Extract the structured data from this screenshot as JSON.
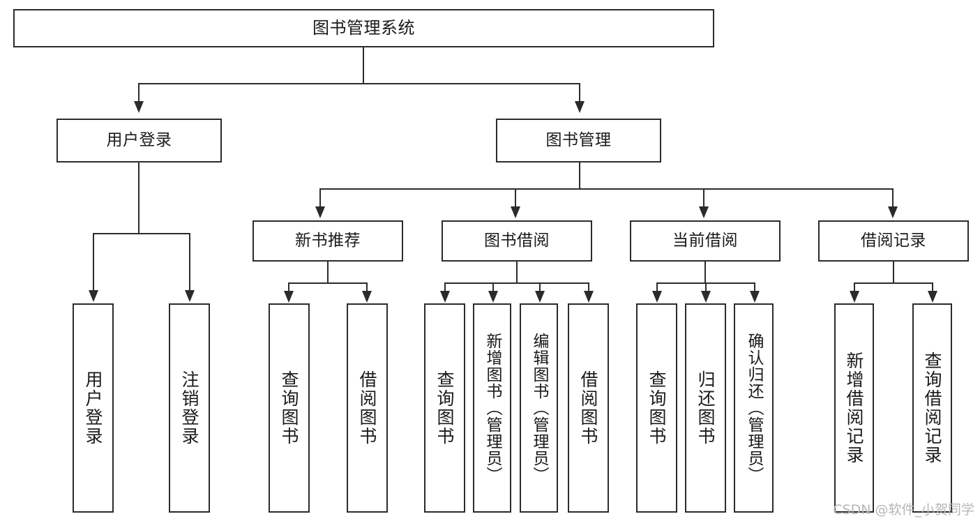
{
  "diagram": {
    "title": "图书管理系统",
    "type": "tree-hierarchy",
    "watermark": "CSDN @软件_小贺同学",
    "colors": {
      "border": "#2b2b2b",
      "background": "#ffffff",
      "text": "#1a1a1a",
      "watermark": "#b6b6b6"
    },
    "root": {
      "label": "图书管理系统"
    },
    "level1": [
      {
        "label": "用户登录"
      },
      {
        "label": "图书管理"
      }
    ],
    "level2": [
      {
        "label": "新书推荐"
      },
      {
        "label": "图书借阅"
      },
      {
        "label": "当前借阅"
      },
      {
        "label": "借阅记录"
      }
    ],
    "leaves": {
      "user_login": [
        {
          "label": "用户登录"
        },
        {
          "label": "注销登录"
        }
      ],
      "new_book": [
        {
          "label": "查询图书"
        },
        {
          "label": "借阅图书"
        }
      ],
      "book_borrow": [
        {
          "label": "查询图书"
        },
        {
          "label": "新增图书（管理员）"
        },
        {
          "label": "编辑图书（管理员）"
        },
        {
          "label": "借阅图书"
        }
      ],
      "current_borrow": [
        {
          "label": "查询图书"
        },
        {
          "label": "归还图书"
        },
        {
          "label": "确认归还（管理员）"
        }
      ],
      "borrow_record": [
        {
          "label": "新增借阅记录"
        },
        {
          "label": "查询借阅记录"
        }
      ]
    }
  }
}
